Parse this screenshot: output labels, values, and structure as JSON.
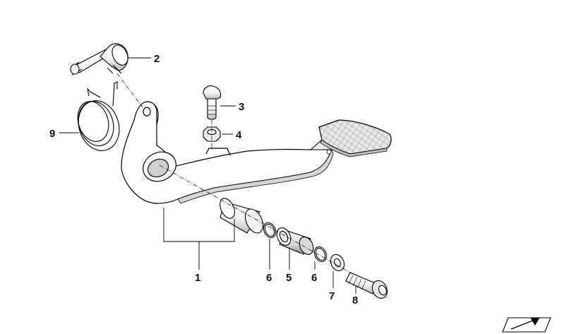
{
  "diagram": {
    "callouts": [
      {
        "key": "pedal",
        "number": "1"
      },
      {
        "key": "pin",
        "number": "2"
      },
      {
        "key": "bolt",
        "number": "3"
      },
      {
        "key": "nut",
        "number": "4"
      },
      {
        "key": "bushing",
        "number": "5"
      },
      {
        "key": "ring_a",
        "number": "6"
      },
      {
        "key": "ring_b",
        "number": "6"
      },
      {
        "key": "washer",
        "number": "7"
      },
      {
        "key": "screw",
        "number": "8"
      },
      {
        "key": "spring",
        "number": "9"
      }
    ],
    "line_color": "#000000",
    "part_fill": "#ffffff",
    "shade_fill": "#cfcfcf",
    "icon": "navigation-arrow-icon"
  }
}
